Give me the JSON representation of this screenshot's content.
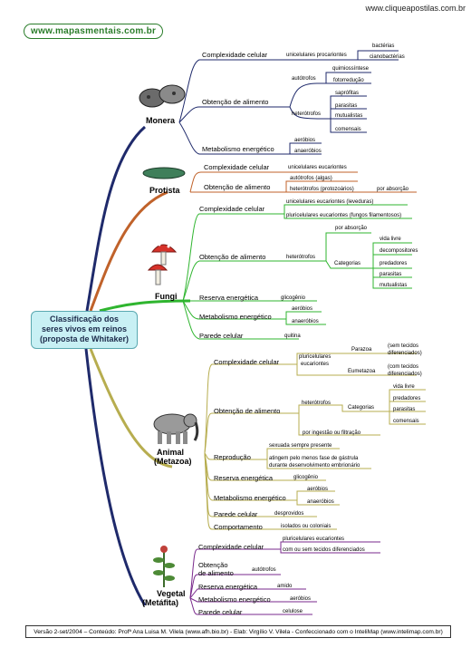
{
  "site_url": "www.cliqueapostilas.com.br",
  "badge": "www.mapasmentais.com.br",
  "center": {
    "line1": "Classificação dos",
    "line2": "seres vivos em reinos",
    "line3": "(proposta de Whitaker)"
  },
  "kingdoms": {
    "monera": "Monera",
    "protista": "Protista",
    "fungi": "Fungi",
    "animal1": "Animal",
    "animal2": "(Metazoa)",
    "vegetal1": "Vegetal",
    "vegetal2": "(Metáfita)"
  },
  "monera": {
    "complexidade": "Complexidade celular",
    "unicel": "unicelulares procariontes",
    "bacterias": "bactérias",
    "ciano": "cianobactérias",
    "obtencao": "Obtenção de alimento",
    "autotrofos": "autótrofos",
    "quimio": "quimiossíntese",
    "foto": "fotorredução",
    "heterotrofos": "heterótrofos",
    "saprofitas": "saprófitas",
    "parasitas": "parasitas",
    "mutualistas": "mutualistas",
    "comensais": "comensais",
    "metabolismo": "Metabolismo energético",
    "aerobios": "aeróbios",
    "anaerobios": "anaeróbios"
  },
  "protista": {
    "complexidade": "Complexidade celular",
    "unicel": "unicelulares eucariontes",
    "obtencao": "Obtenção de alimento",
    "autotrofos": "autótrofos (algas)",
    "heterotrofos": "heterótrofos (protozoários)",
    "absorcao": "por absorção"
  },
  "fungi": {
    "complexidade": "Complexidade celular",
    "unicel": "unicelulares eucariontes (leveduras)",
    "pluricel": "pluricelulares eucariontes (fungos filamentosos)",
    "obtencao": "Obtenção de alimento",
    "heterotrofos": "heterótrofos",
    "absorcao": "por absorção",
    "categorias": "Categorias",
    "vidalivre": "vida livre",
    "decompositores": "decompositores",
    "predadores": "predadores",
    "parasitas": "parasitas",
    "mutualistas": "mutualistas",
    "reserva": "Reserva energética",
    "glicogenio": "glicogênio",
    "metabolismo": "Metabolismo energético",
    "aerobios": "aeróbios",
    "anaerobios": "anaeróbios",
    "parede": "Parede celular",
    "quitina": "quitina"
  },
  "animal": {
    "complexidade": "Complexidade celular",
    "pluricel1": "pluricelulares",
    "pluricel2": "eucariontes",
    "parazoa": "Parazoa",
    "sem1": "(sem tecidos",
    "sem2": "diferenciados)",
    "eumetazoa": "Eumetazoa",
    "com1": "(com tecidos",
    "com2": "diferenciados)",
    "obtencao": "Obtenção de alimento",
    "heterotrofos": "heterótrofos",
    "categorias": "Categorias",
    "vidalivre": "vida livre",
    "predadores": "predadores",
    "parasitas": "parasitas",
    "comensais": "comensais",
    "ingestao": "por ingestão ou filtração",
    "reproducao": "Reprodução",
    "sexuada": "sexuada sempre presente",
    "gastrula1": "atingem pelo menos fase de gástrula",
    "gastrula2": "durante desenvolvimento embrionário",
    "reserva": "Reserva energética",
    "glicogenio": "glicogênio",
    "metabolismo": "Metabolismo energético",
    "aerobios": "aeróbios",
    "anaerobios": "anaeróbios",
    "parede": "Parede celular",
    "desprovidos": "desprovidos",
    "comportamento": "Comportamento",
    "isolados": "isolados ou coloniais"
  },
  "vegetal": {
    "complexidade": "Complexidade celular",
    "pluricel": "pluricelulares eucariontes",
    "tecidos": "com ou sem tecidos diferenciados",
    "obtencao1": "Obtenção",
    "obtencao2": "de alimento",
    "autotrofos": "autótrofos",
    "reserva": "Reserva energética",
    "amido": "amido",
    "metabolismo": "Metabolismo energético",
    "aerobios": "aeróbios",
    "parede": "Parede celular",
    "celulose": "celulose"
  },
  "footer": "Versão 2-set/2004 – Conteúdo: Profª Ana Luisa M. Vilela (www.afh.bio.br) - Elab: Virgílio V. Vilela - Confeccionado com o InteliMap (www.intelimap.com.br)",
  "colors": {
    "monera": "#1f2a6b",
    "protista": "#c0622a",
    "fungi": "#2fb52f",
    "animal": "#b7ad4f",
    "vegetal": "#7a2a8c",
    "center_fill": "#c8f0f4",
    "badge": "#2a7d2a"
  }
}
